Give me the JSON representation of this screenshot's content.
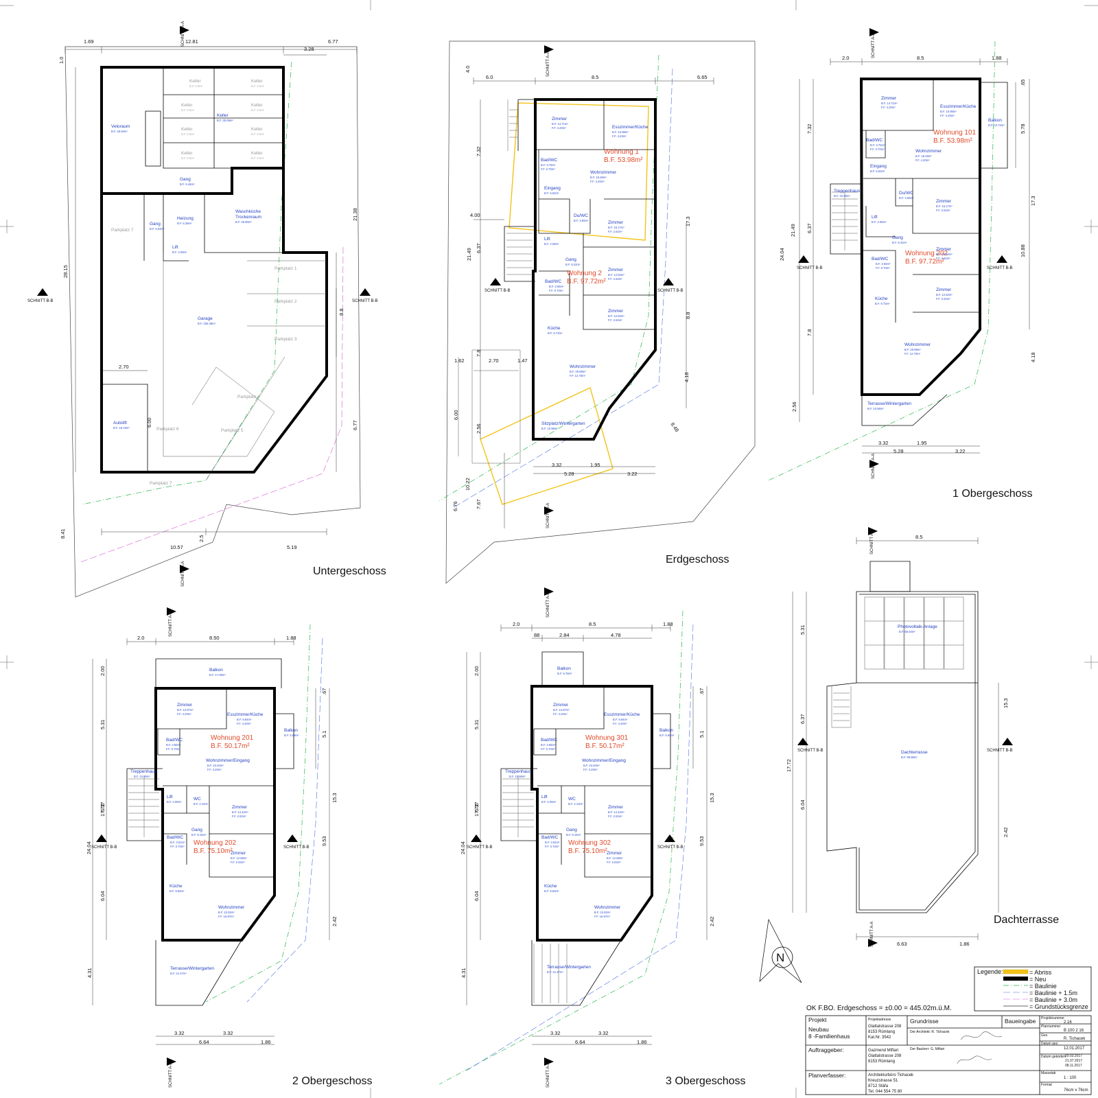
{
  "colors": {
    "abriss": "#f2c318",
    "neu": "#000000",
    "baulinie": "#27b44a",
    "baulinie_15": "#4a6ee0",
    "baulinie_30": "#d65ad6",
    "room_label": "#2340c0",
    "unit_label": "#e04a2a"
  },
  "cut_labels": {
    "aa": "SCHNITT A-A",
    "bb": "SCHNITT B-B"
  },
  "floors": {
    "ug": {
      "title": "Untergeschoss",
      "rooms": [
        {
          "name": "Keller",
          "area": "B.F. 5.6m²"
        },
        {
          "name": "Keller",
          "area": "B.F. 5.6m²"
        },
        {
          "name": "Keller",
          "area": "B.F. 5.6m²"
        },
        {
          "name": "Keller",
          "area": "B.F. 5.6m²"
        },
        {
          "name": "Keller",
          "area": "B.F. 5.6m²"
        },
        {
          "name": "Keller",
          "area": "B.F. 5.6m²"
        },
        {
          "name": "Keller",
          "area": "B.F. 5.6m²"
        },
        {
          "name": "Keller",
          "area": "B.F. 35.09m²"
        },
        {
          "name": "Keller",
          "area": "B.F. 5.6m²"
        },
        {
          "name": "Veloraum",
          "area": "B.F. 26.94m²"
        },
        {
          "name": "Gang",
          "area": "B.F. 9.46m²"
        },
        {
          "name": "Gang",
          "area": "B.F. 5.53m²"
        },
        {
          "name": "Heizung",
          "area": "B.F. 6.39m²"
        },
        {
          "name": "Waschküche",
          "area": "Trockenraum"
        },
        {
          "name": "Lift",
          "area": "B.F. 2.06m²"
        },
        {
          "name": "Garage",
          "area": "B.F. 205.48m²"
        },
        {
          "name": "Autolift",
          "area": "B.F. 16.19m²"
        }
      ],
      "waschkueche_area": "B.F. 26.80m²",
      "grey": [
        "Parkplatz 7",
        "Parkplatz 1",
        "Parkplatz 2",
        "Parkplatz 3",
        "Parkplatz 4",
        "Parkplatz 5",
        "Parkplatz 6",
        "Parkplatz 7"
      ],
      "dims": [
        "1.69",
        "12.81",
        "6.77",
        "3.28",
        "1.0",
        "28.15",
        "21.38",
        "8.8",
        "6.77",
        "2.70",
        "6.00",
        "8.41",
        "10.57",
        "2.5",
        "5.19"
      ]
    },
    "eg": {
      "title": "Erdgeschoss",
      "unit1": [
        "Wohnung 1",
        "B.F. 53.98m²"
      ],
      "unit2": [
        "Wohnung 2",
        "B.F. 97.72m²"
      ],
      "rooms": [
        {
          "name": "Zimmer",
          "a": "B.F. 14.71m²",
          "b": "F.F. 4.20m²"
        },
        {
          "name": "Esszimmer/Küche",
          "a": "B.F. 10.98m²",
          "b": "F.F. 4.20m²"
        },
        {
          "name": "Bad/WC",
          "a": "B.F. 3.75m²",
          "b": "F.F. 0.70m²"
        },
        {
          "name": "Wohnzimmer",
          "a": "B.F. 18.49m²",
          "b": "F.F. 4.20m²"
        },
        {
          "name": "Eingang",
          "a": "B.F. 5.62m²",
          "b": ""
        },
        {
          "name": "Du/WC",
          "a": "B.F. 3.65m²",
          "b": ""
        },
        {
          "name": "Zimmer",
          "a": "B.F. 15.17m²",
          "b": "F.F. 2.62m²"
        },
        {
          "name": "Lift",
          "a": "B.F. 2.06m²",
          "b": ""
        },
        {
          "name": "Gang",
          "a": "B.F. 8.42m²",
          "b": ""
        },
        {
          "name": "Zimmer",
          "a": "B.F. 12.52m²",
          "b": "F.F. 2.62m²"
        },
        {
          "name": "Bad/WC",
          "a": "B.F. 3.65m²",
          "b": "F.F. 0.70m²"
        },
        {
          "name": "Zimmer",
          "a": "B.F. 12.52m²",
          "b": "F.F. 2.62m²"
        },
        {
          "name": "Küche",
          "a": "B.F. 9.73m²",
          "b": ""
        },
        {
          "name": "Wohnzimmer",
          "a": "B.F. 29.89m²",
          "b": "F.F. 12.70m²"
        },
        {
          "name": "Sitzplatz/Wintergarten",
          "a": "B.F. 10.96m²",
          "b": ""
        }
      ],
      "dims": [
        "4.0",
        "6.0",
        "8.5",
        "6.65",
        "7.32",
        "4.00",
        "21.49",
        "6.37",
        "17.3",
        "8.8",
        "4.18",
        "8.48",
        "1.62",
        "2.70",
        "1.47",
        "7.8",
        "6.00",
        "2.56",
        "10.22",
        "6.76",
        "7.67",
        "3.32",
        "1.95",
        "5.28",
        "3.22"
      ]
    },
    "og1": {
      "title": "1 Obergeschoss",
      "unit1": [
        "Wohnung 101",
        "B.F. 53.98m²"
      ],
      "unit2": [
        "Wohnung 202",
        "B.F. 97.72m²"
      ],
      "rooms": [
        {
          "name": "Zimmer",
          "a": "B.F. 14.71m²",
          "b": "F.F. 4.20m²"
        },
        {
          "name": "Esszimmer/Küche",
          "a": "B.F. 10.98m²",
          "b": "F.F. 4.20m²"
        },
        {
          "name": "Balkon",
          "a": "B.F. 10.72m²",
          "b": ""
        },
        {
          "name": "Bad/WC",
          "a": "B.F. 3.75m²",
          "b": "F.F. 0.70m²"
        },
        {
          "name": "Wohnzimmer",
          "a": "B.F. 18.49m²",
          "b": "F.F. 4.20m²"
        },
        {
          "name": "Eingang",
          "a": "B.F. 5.62m²",
          "b": ""
        },
        {
          "name": "Treppenhaus",
          "a": "B.F. 10.66m²",
          "b": ""
        },
        {
          "name": "Du/WC",
          "a": "B.F. 3.65m²",
          "b": ""
        },
        {
          "name": "Zimmer",
          "a": "B.F. 15.17m²",
          "b": "F.F. 2.62m²"
        },
        {
          "name": "Lift",
          "a": "B.F. 2.06m²",
          "b": ""
        },
        {
          "name": "Gang",
          "a": "B.F. 8.42m²",
          "b": ""
        },
        {
          "name": "Zimmer",
          "a": "B.F. 12.52m²",
          "b": "F.F. 2.62m²"
        },
        {
          "name": "Bad/WC",
          "a": "B.F. 3.65m²",
          "b": "F.F. 0.70m²"
        },
        {
          "name": "Zimmer",
          "a": "B.F. 12.52m²",
          "b": "F.F. 2.62m²"
        },
        {
          "name": "Küche",
          "a": "B.F. 9.73m²",
          "b": ""
        },
        {
          "name": "Wohnzimmer",
          "a": "B.F. 29.89m²",
          "b": "F.F. 12.70m²"
        },
        {
          "name": "Terrasse/Wintergarten",
          "a": "B.F. 10.96m²",
          "b": ""
        }
      ],
      "dims": [
        "2.0",
        "8.5",
        "1.88",
        ".65",
        "7.32",
        "5.78",
        "21.49",
        "24.04",
        "6.37",
        "17.3",
        "10.88",
        "7.8",
        "4.18",
        "2.56",
        "3.32",
        "1.95",
        "5.28",
        "3.22"
      ]
    },
    "og2": {
      "title": "2 Obergeschoss",
      "unit1": [
        "Wohnung 201",
        "B.F. 50.17m²"
      ],
      "unit2": [
        "Wohnung 202",
        "B.F. 75.10m²"
      ],
      "rooms": [
        {
          "name": "Balkon",
          "a": "B.F. 17.08m²",
          "b": ""
        },
        {
          "name": "Zimmer",
          "a": "B.F. 12.87m²",
          "b": "F.F. 4.20m²"
        },
        {
          "name": "Esszimmer/Küche",
          "a": "B.F. 9.84m²",
          "b": "F.F. 4.20m²"
        },
        {
          "name": "Balkon",
          "a": "B.F. 5.69m²",
          "b": ""
        },
        {
          "name": "Bad/WC",
          "a": "B.F. 3.65m²",
          "b": "F.F. 0.70m²"
        },
        {
          "name": "Wohnzimmer/Eingang",
          "a": "B.F. 22.64m²",
          "b": "F.F. 4.20m²"
        },
        {
          "name": "Treppenhaus",
          "a": "B.F. 10.66m²",
          "b": ""
        },
        {
          "name": "Lift",
          "a": "B.F. 2.06m²",
          "b": ""
        },
        {
          "name": "WC",
          "a": "B.F. 2.10m²",
          "b": ""
        },
        {
          "name": "Zimmer",
          "a": "B.F. 14.42m²",
          "b": "F.F. 2.62m²"
        },
        {
          "name": "Gang",
          "a": "B.F. 8.15m²",
          "b": ""
        },
        {
          "name": "Bad/WC",
          "a": "B.F. 3.61m²",
          "b": "F.F. 0.70m²"
        },
        {
          "name": "Zimmer",
          "a": "B.F. 12.68m²",
          "b": "F.F. 2.62m²"
        },
        {
          "name": "Küche",
          "a": "B.F. 9.50m²",
          "b": ""
        },
        {
          "name": "Wohnzimmer",
          "a": "B.F. 22.62m²",
          "b": "F.F. 16.87m²"
        },
        {
          "name": "Terrasse/Wintergarten",
          "a": "B.F. 21.47m²",
          "b": ""
        }
      ],
      "dims": [
        "2.0",
        "8.50",
        "1.88",
        "2.00",
        "5.31",
        ".67",
        "5.1",
        "17.72",
        "24.04",
        "6.37",
        "15.3",
        "9.53",
        "6.04",
        "2.42",
        "4.31",
        "3.32",
        "3.32",
        "6.64",
        "1.86"
      ]
    },
    "og3": {
      "title": "3 Obergeschoss",
      "unit1": [
        "Wohnung 301",
        "B.F. 50.17m²"
      ],
      "unit2": [
        "Wohnung 302",
        "B.F. 75.10m²"
      ],
      "rooms": [
        {
          "name": "Balkon",
          "a": "B.F. 5.78m²",
          "b": ""
        },
        {
          "name": "Zimmer",
          "a": "B.F. 12.87m²",
          "b": "F.F. 4.20m²"
        },
        {
          "name": "Esszimmer/Küche",
          "a": "B.F. 9.84m²",
          "b": "F.F. 4.20m²"
        },
        {
          "name": "Balkon",
          "a": "B.F. 5.69m²",
          "b": ""
        },
        {
          "name": "Bad/WC",
          "a": "B.F. 3.65m²",
          "b": "F.F. 0.70m²"
        },
        {
          "name": "Wohnzimmer/Eingang",
          "a": "B.F. 22.64m²",
          "b": "F.F. 4.20m²"
        },
        {
          "name": "Treppenhaus",
          "a": "B.F. 10.66m²",
          "b": ""
        },
        {
          "name": "Lift",
          "a": "B.F. 2.06m²",
          "b": ""
        },
        {
          "name": "WC",
          "a": "B.F. 2.10m²",
          "b": ""
        },
        {
          "name": "Zimmer",
          "a": "B.F. 14.42m²",
          "b": "F.F. 2.62m²"
        },
        {
          "name": "Gang",
          "a": "B.F. 8.15m²",
          "b": ""
        },
        {
          "name": "Bad/WC",
          "a": "B.F. 3.61m²",
          "b": "F.F. 0.70m²"
        },
        {
          "name": "Zimmer",
          "a": "B.F. 12.68m²",
          "b": "F.F. 2.62m²"
        },
        {
          "name": "Küche",
          "a": "B.F. 9.50m²",
          "b": ""
        },
        {
          "name": "Wohnzimmer",
          "a": "B.F. 22.62m²",
          "b": "F.F. 16.87m²"
        },
        {
          "name": "Terrasse/Wintergarten",
          "a": "B.F. 21.47m²",
          "b": ""
        }
      ],
      "dims": [
        "2.0",
        "8.5",
        "1.88",
        "88",
        "2.84",
        "4.78",
        "2.00",
        "5.31",
        ".67",
        "5.1",
        "17.72",
        "24.04",
        "6.37",
        "15.3",
        "9.53",
        "6.04",
        "2.42",
        "4.31",
        "3.32",
        "3.32",
        "6.64",
        "1.86"
      ]
    },
    "dt": {
      "title": "Dachterrasse",
      "rooms": [
        {
          "name": "Photovoltaik-Anlage",
          "a": "B.F. 56.54m²"
        },
        {
          "name": "Dachterrasse",
          "a": "B.F. 99.98m²"
        }
      ],
      "dims": [
        "8.5",
        "5.31",
        "17.72",
        "6.37",
        "15.3",
        "6.04",
        "2.42",
        "6.63",
        "1.86"
      ]
    }
  },
  "north": "N",
  "legend": {
    "label": "Legende:",
    "items": [
      "= Abriss",
      "= Neu",
      "= Baulinie",
      "= Baulinie + 1.5m",
      "= Baulinie + 3.0m",
      "= Grundstücksgrenze"
    ]
  },
  "ok_line": "OK F.BO. Erdgeschoss = ±0.00 = 445.02m.ü.M.",
  "title_block": {
    "projekt_label": "Projekt",
    "projekt": [
      "Neubau",
      "8 -Familienhaus"
    ],
    "projektadresse_label": "Projektadresse",
    "adresse": [
      "Glattalstrasse 208",
      "8153 Rümlang",
      "Kat.Nr. 3542"
    ],
    "plan": "Grundrisse",
    "phase": "Baueingabe",
    "architekt_label": "Der Architekt: R. Tichacek",
    "auftraggeber_label": "Auftraggeber:",
    "auftraggeber": [
      "Gazmend Miftari",
      "Glattalstrasse 208",
      "8153 Rümlang"
    ],
    "bauherr_label": "Der Bauherr: G. Miftari",
    "planverfasser_label": "Planverfasser:",
    "planverfasser": [
      "Architekturbüro Tichacek",
      "Kreuzstrasse 51",
      "8712 Stäfa",
      "Tel. 044 554 75 80"
    ],
    "fields": [
      {
        "k": "Projektnummer",
        "v": "2.16"
      },
      {
        "k": "Plannummer",
        "v": "B 100 2 16"
      },
      {
        "k": "Gez.",
        "v": "R. Tichacek"
      },
      {
        "k": "Datum gez.",
        "v": "12.01.2017"
      },
      {
        "k": "Datum geändert",
        "v": "20.03.2017"
      },
      {
        "k": "",
        "v": "21.07.2017"
      },
      {
        "k": "",
        "v": "08.11.2017"
      },
      {
        "k": "Massstab",
        "v": "1 : 100"
      },
      {
        "k": "Format",
        "v": "76cm x 76cm"
      }
    ]
  }
}
